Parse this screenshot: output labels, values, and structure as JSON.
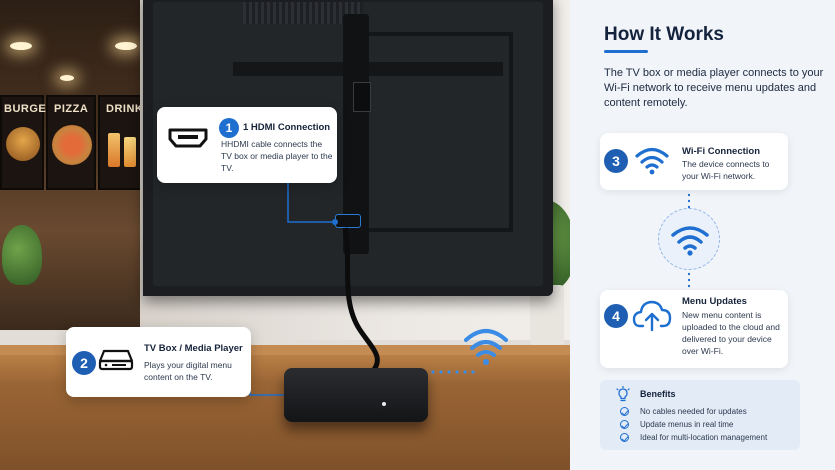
{
  "scene": {
    "menu_boards": [
      "BURGERS",
      "PIZZA",
      "DRINKS"
    ]
  },
  "callouts": {
    "hdmi": {
      "number": "1",
      "title": "1 HDMI Connection",
      "body": "HHDMI cable connects the TV box or media player to the TV.",
      "icon": "hdmi-port-icon"
    },
    "tvbox": {
      "number": "2",
      "title": "TV Box / Media Player",
      "body": "Plays your digital menu content on the TV.",
      "icon": "media-player-icon"
    }
  },
  "panel": {
    "title": "How It Works",
    "intro": "The TV box or media player connects to your Wi-Fi network to receive menu updates and content remotely.",
    "steps": [
      {
        "number": "3",
        "title": "Wi-Fi Connection",
        "body": "The device connects to your Wi-Fi network.",
        "icon": "wifi-icon"
      },
      {
        "number": "4",
        "title": "Menu Updates",
        "body": "New menu content is uploaded to the cloud and delivered to your device over Wi-Fi.",
        "icon": "cloud-upload-icon"
      }
    ],
    "benefits": {
      "title": "Benefits",
      "icon": "lightbulb-icon",
      "items": [
        "No cables needed for updates",
        "Update menus in real time",
        "Ideal for multi-location management"
      ]
    }
  },
  "colors": {
    "accent": "#1f6fd0",
    "heading": "#13223d",
    "panel_bg": "#f1f4f8"
  }
}
